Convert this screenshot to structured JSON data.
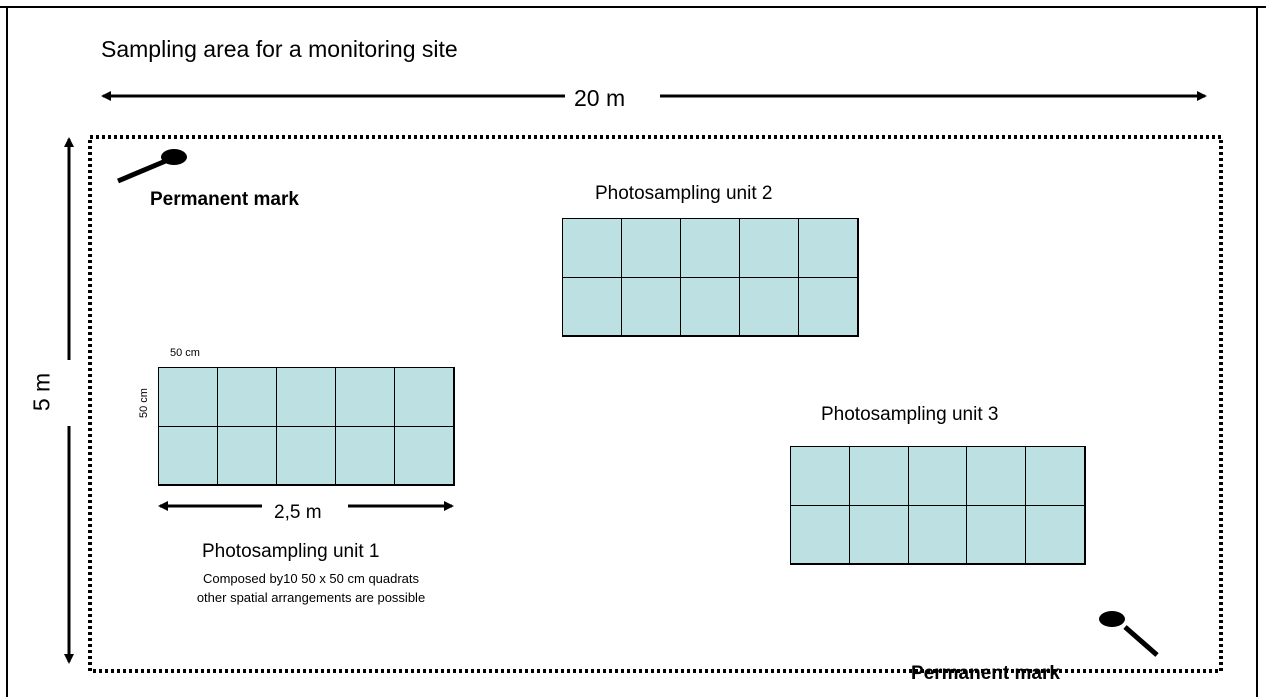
{
  "title": "Sampling area for a monitoring site",
  "width_label": "20 m",
  "height_label": "5 m",
  "permanent_mark_label": "Permanent mark",
  "units": [
    {
      "label": "Photosampling unit 1",
      "columns": 5,
      "rows": 2
    },
    {
      "label": "Photosampling unit 2",
      "columns": 5,
      "rows": 2
    },
    {
      "label": "Photosampling unit 3",
      "columns": 5,
      "rows": 2
    }
  ],
  "unit1_description_line1": "Composed by10 50 x 50 cm quadrats",
  "unit1_description_line2": "other spatial arrangements are possible",
  "quadrat_width_label": "50 cm",
  "quadrat_height_label": "50 cm",
  "unit_width_label": "2,5 m",
  "colors": {
    "quadrat_fill": "#bde0e3",
    "line": "#000000"
  }
}
